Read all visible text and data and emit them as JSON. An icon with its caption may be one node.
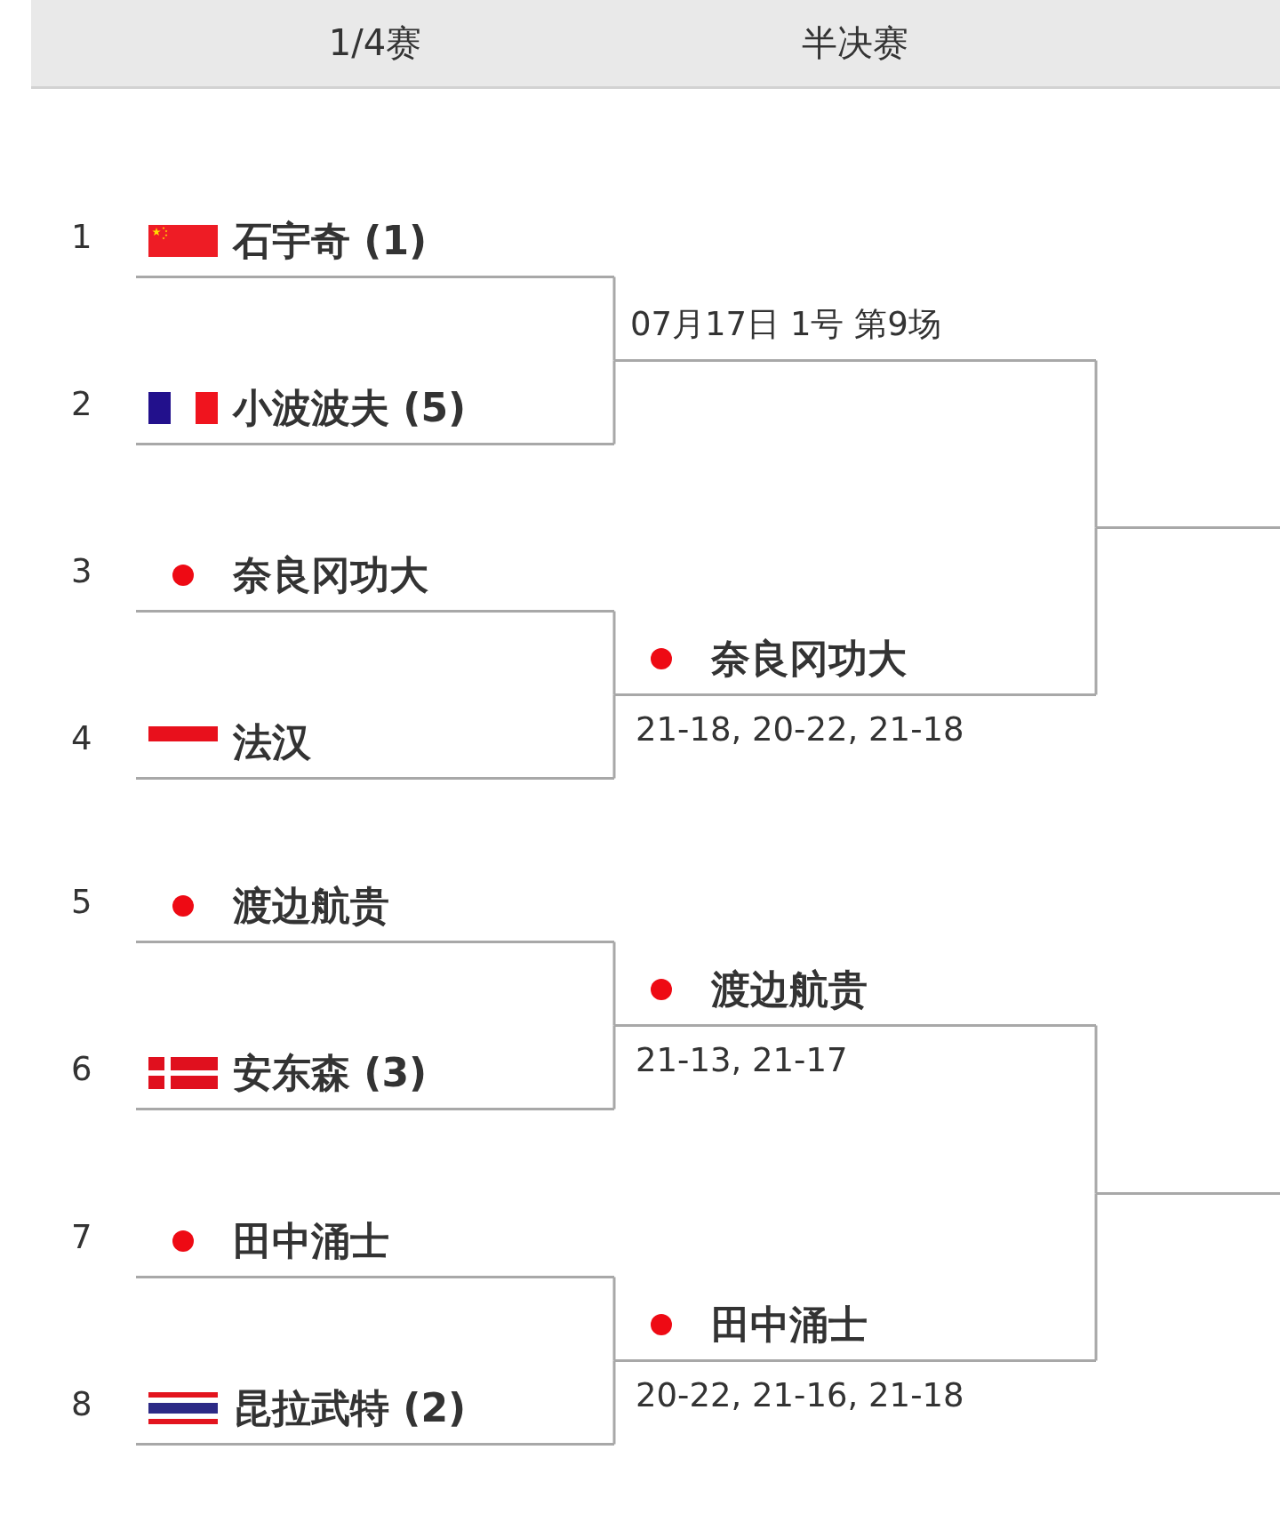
{
  "diagram": {
    "nodes": [
      {
        "text": [
          "石宇奇 (1)"
        ],
        "beside": [
          "1"
        ]
      },
      {
        "text": [
          "小波波夫 (5)"
        ],
        "beside": [
          "2"
        ]
      },
      {
        "text": [
          "奈良冈功大"
        ],
        "beside": [
          "3"
        ]
      },
      {
        "text": [
          "法汉"
        ],
        "beside": [
          "4"
        ]
      },
      {
        "text": [
          "渡边航贵"
        ],
        "beside": [
          "5"
        ]
      },
      {
        "text": [
          "安东森 (3)"
        ],
        "beside": [
          "6"
        ]
      },
      {
        "text": [
          "田中涌士"
        ],
        "beside": [
          "7"
        ]
      },
      {
        "text": [
          "昆拉武特 (2)"
        ],
        "beside": [
          "8"
        ]
      },
      {
        "text": [
          "07月17日 1号 第9场"
        ]
      },
      {
        "text": [
          "奈良冈功大"
        ],
        "beside": [
          "21-18, 20-22, 21-18"
        ]
      },
      {
        "text": [
          "渡边航贵"
        ],
        "beside": [
          "21-13, 21-17"
        ]
      },
      {
        "text": [
          "田中涌士"
        ],
        "beside": [
          "20-22, 21-16, 21-18"
        ]
      },
      {
        "text": [],
        "shape": "line"
      },
      {
        "text": [],
        "shape": "line"
      }
    ],
    "edges": [
      {
        "from": 0,
        "to": 8,
        "arrow": "none"
      },
      {
        "from": 1,
        "to": 8,
        "arrow": "none"
      },
      {
        "from": 2,
        "to": 9,
        "arrow": "none"
      },
      {
        "from": 3,
        "to": 9,
        "arrow": "none"
      },
      {
        "from": 4,
        "to": 10,
        "arrow": "none"
      },
      {
        "from": 5,
        "to": 10,
        "arrow": "none"
      },
      {
        "from": 6,
        "to": 11,
        "arrow": "none"
      },
      {
        "from": 7,
        "to": 11,
        "arrow": "none"
      },
      {
        "from": 8,
        "to": 12,
        "arrow": "none"
      },
      {
        "from": 9,
        "to": 12,
        "arrow": "none"
      },
      {
        "from": 10,
        "to": 13,
        "arrow": "none"
      },
      {
        "from": 11,
        "to": 13,
        "arrow": "none"
      }
    ],
    "labels": [
      "1/4赛",
      "半决赛"
    ]
  }
}
